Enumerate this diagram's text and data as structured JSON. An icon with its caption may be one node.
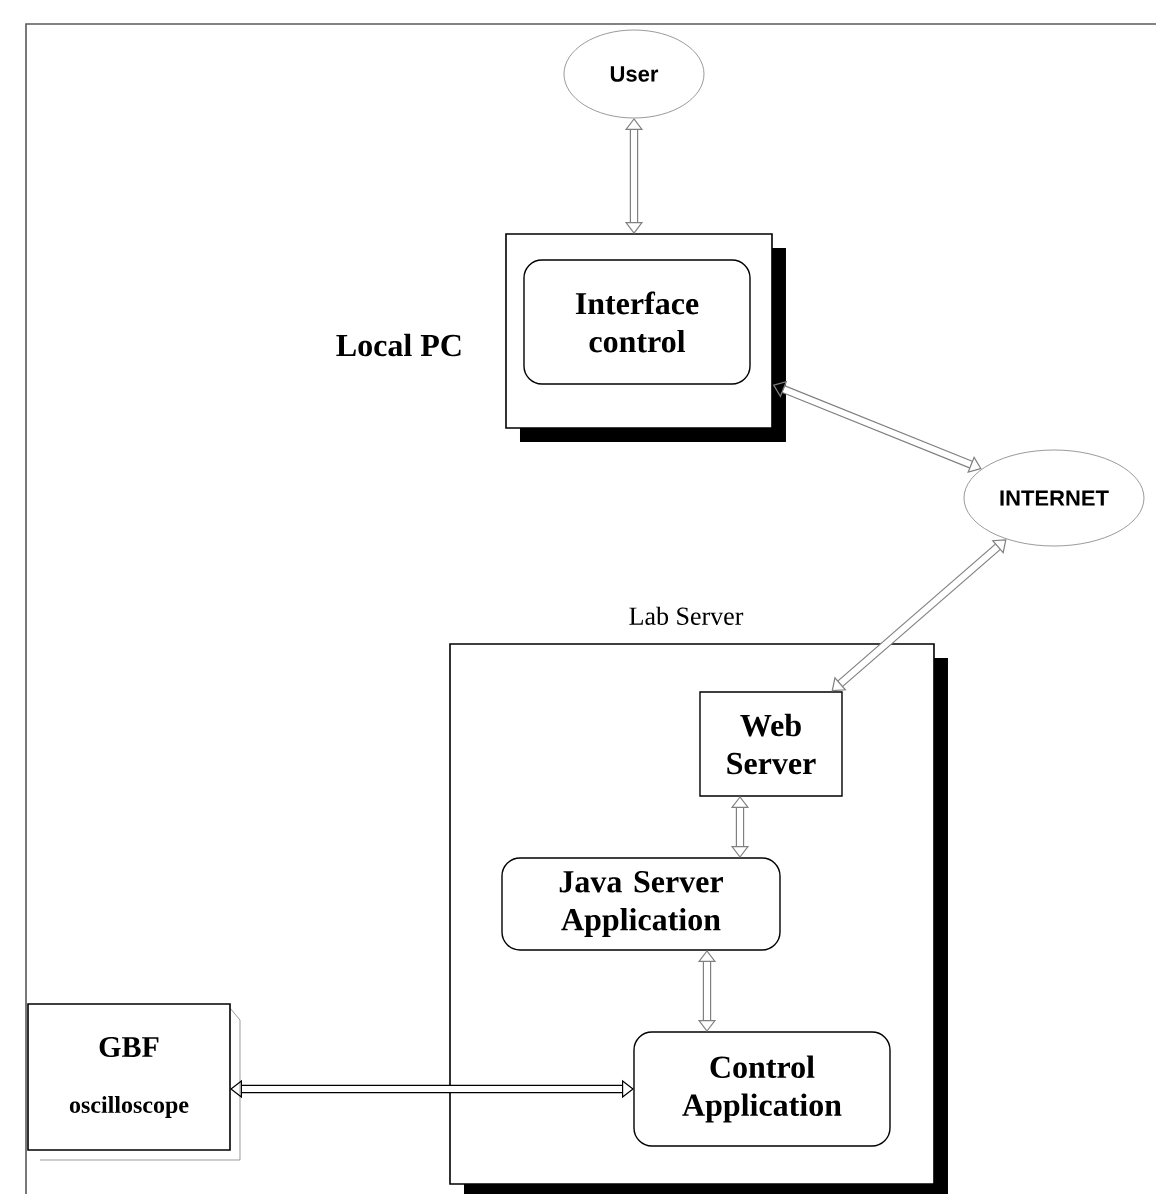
{
  "diagram": {
    "nodes": [
      {
        "text": [
          "User"
        ]
      },
      {
        "text": [
          "Local PC"
        ]
      },
      {
        "text": [
          "Interface control"
        ],
        "in": 1
      },
      {
        "text": [
          "INTERNET"
        ]
      },
      {
        "text": [
          "Lab Server"
        ]
      },
      {
        "text": [
          "Web Server"
        ],
        "in": 4
      },
      {
        "text": [
          "Java Server Application"
        ],
        "in": 4
      },
      {
        "text": [
          "Control Application"
        ],
        "in": 4
      },
      {
        "text": [
          "GBF",
          "oscilloscope"
        ]
      }
    ],
    "edges": [
      {
        "from": 0,
        "to": 1,
        "arrow": "both"
      },
      {
        "from": 1,
        "to": 3,
        "arrow": "both"
      },
      {
        "from": 3,
        "to": 5,
        "arrow": "both"
      },
      {
        "from": 5,
        "to": 6,
        "arrow": "both"
      },
      {
        "from": 6,
        "to": 7,
        "arrow": "both"
      },
      {
        "from": 8,
        "to": 7,
        "arrow": "both",
        "color": "#000000"
      }
    ]
  }
}
